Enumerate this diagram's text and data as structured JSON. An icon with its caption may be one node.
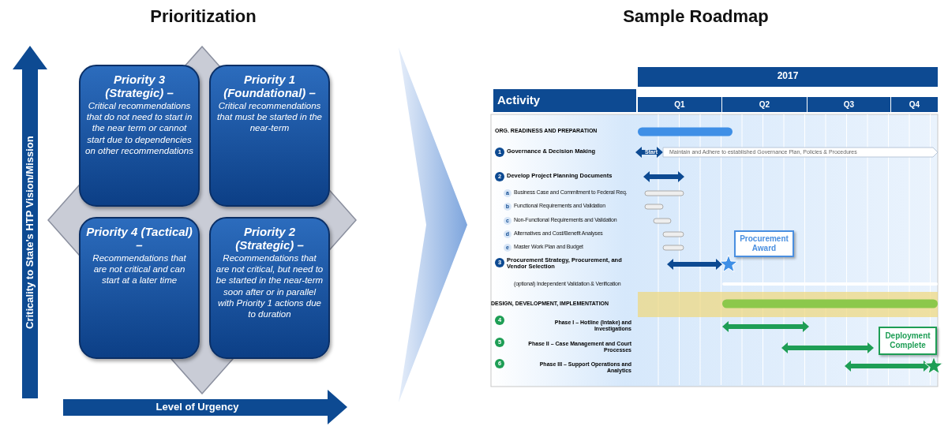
{
  "diagram": {
    "nodes": [
      {
        "text": [
          "Prioritization"
        ]
      },
      {
        "text": [],
        "shape": "diamond",
        "in": 0
      },
      {
        "text": [
          "Priority 3 (Strategic) –",
          "Critical recommendations that do not need to start in the near term or cannot start due to dependencies on other recommendations"
        ],
        "in": 1
      },
      {
        "text": [
          "Priority 1 (Foundational) –",
          "Critical recommendations that must be started in the near-term"
        ],
        "in": 1
      },
      {
        "text": [
          "Priority 4 (Tactical) –",
          "Recommendations that are not critical and can start at a later time"
        ],
        "in": 1
      },
      {
        "text": [
          "Priority 2 (Strategic) –",
          "Recommendations that are not critical, but need to be started in the near-term soon after or in parallel with Priority 1 actions due to duration"
        ],
        "in": 1
      },
      {
        "text": [
          "Sample Roadmap"
        ]
      },
      {
        "text": [
          "Procurement Award"
        ],
        "in": 6
      },
      {
        "text": [
          "Deployment Complete"
        ],
        "in": 6
      }
    ],
    "edges": [
      {
        "from": 0,
        "to": 6,
        "arrow": "to"
      }
    ],
    "labels": [
      "Criticality to State's HTP Vision/Mission",
      "Level of Urgency",
      "2017",
      "Activity",
      "Q1",
      "Q2",
      "Q3",
      "Q4",
      "ORG. READINESS AND PREPARATION",
      "1",
      "Governance & Decision Making",
      "Start",
      "Maintain and Adhere to established Governance Plan, Policies & Procedures",
      "2",
      "Develop Project Planning Documents",
      "a",
      "Business Case and Commitment to Federal Req.",
      "b",
      "Functional Requirements and Validation",
      "c",
      "Non-Functional Requirements and Validation",
      "d",
      "Alternatives and Cost/Benefit Analyses",
      "e",
      "Master Work Plan and Budget",
      "3",
      "Procurement Strategy, Procurement, and Vendor Selection",
      "(optional) Independent Validation & Verification",
      "DESIGN, DEVELOPMENT, IMPLEMENTATION",
      "4",
      "Phase I – Hotline (Intake) and Investigations",
      "5",
      "Phase II – Case Management and Court Processes",
      "6",
      "Phase III – Support Operations and Analytics"
    ]
  }
}
